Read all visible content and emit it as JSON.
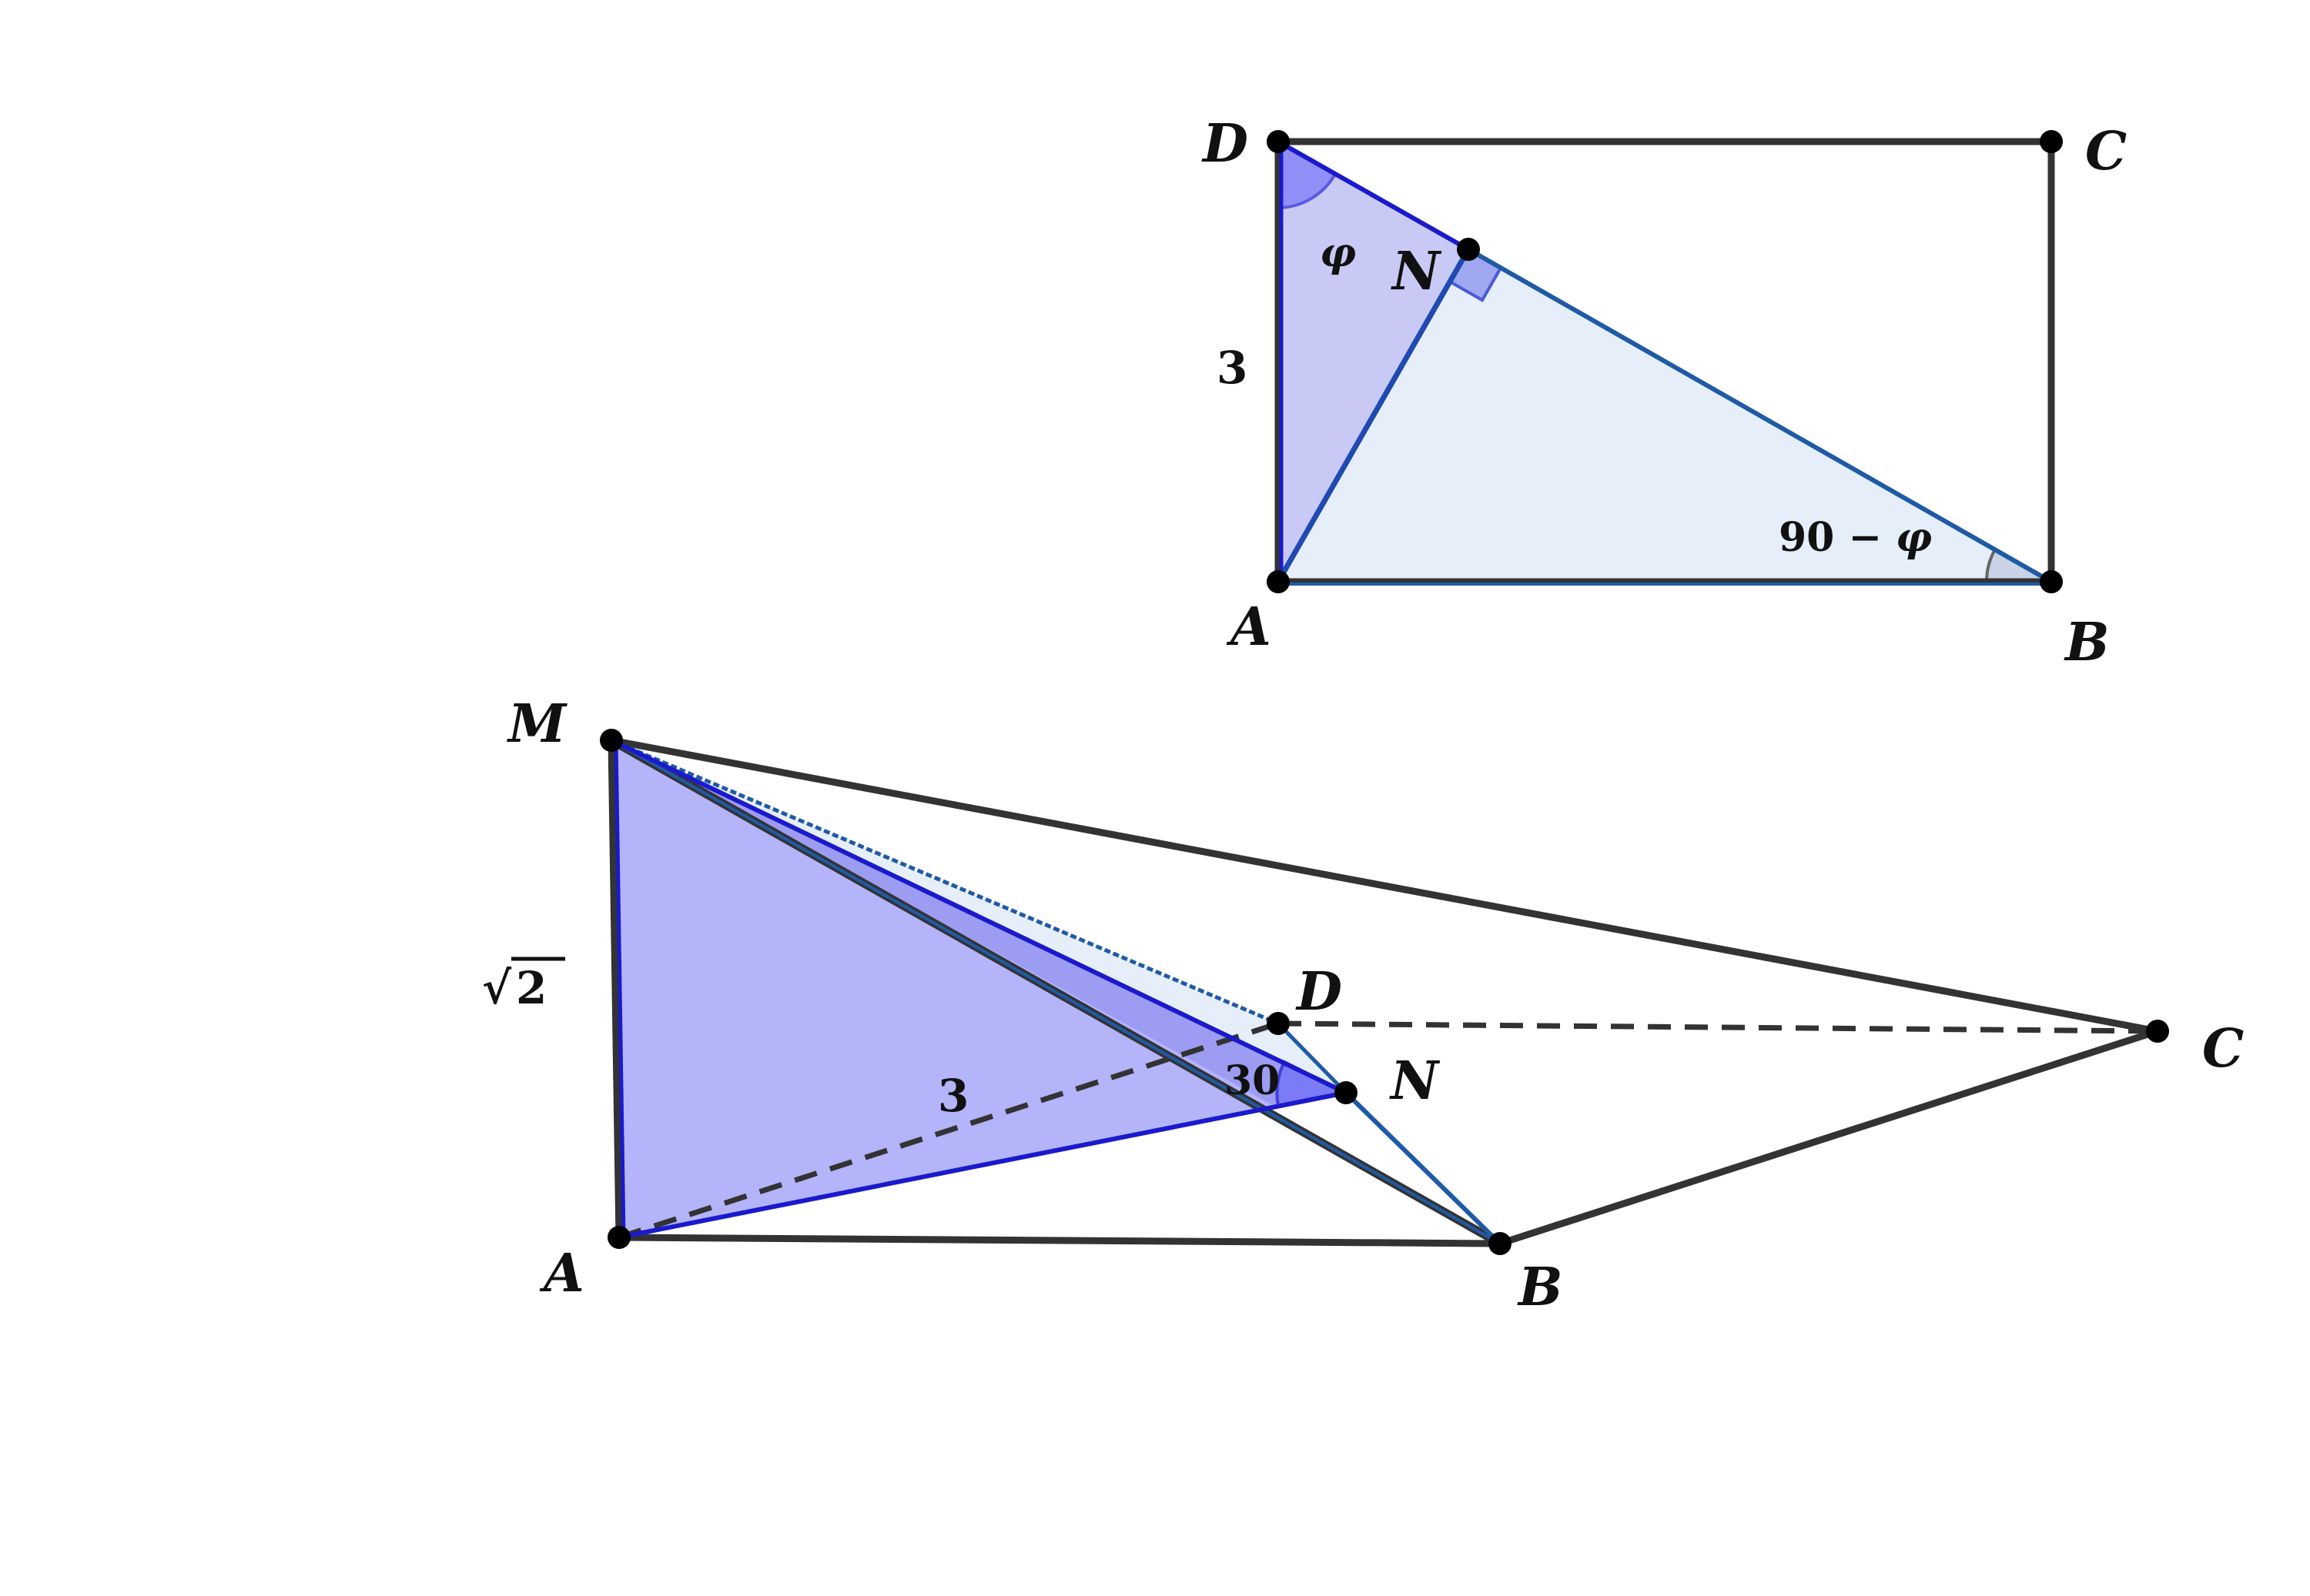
{
  "top_figure": {
    "labels": {
      "D": "D",
      "C": "C",
      "A": "A",
      "B": "B",
      "N": "N",
      "side_AD": "3",
      "angle_D": "φ",
      "angle_B_num": "90 −",
      "angle_B_phi": "φ"
    }
  },
  "bottom_figure": {
    "labels": {
      "M": "M",
      "A": "A",
      "B": "B",
      "C": "C",
      "D": "D",
      "N": "N",
      "side_MA_root": "√",
      "side_MA_num": "2",
      "side_AN": "3",
      "angle_N": "30"
    }
  },
  "colors": {
    "edge_dark": "#333333",
    "edge_blue": "#1a1acc",
    "edge_steel": "#1f5aa6",
    "fill_lavender": "#c9c9f6",
    "fill_periwinkle": "#b4b4fb",
    "fill_pale": "#e6eef9",
    "angle_fill": "#8f8ff7",
    "point": "#000000"
  }
}
